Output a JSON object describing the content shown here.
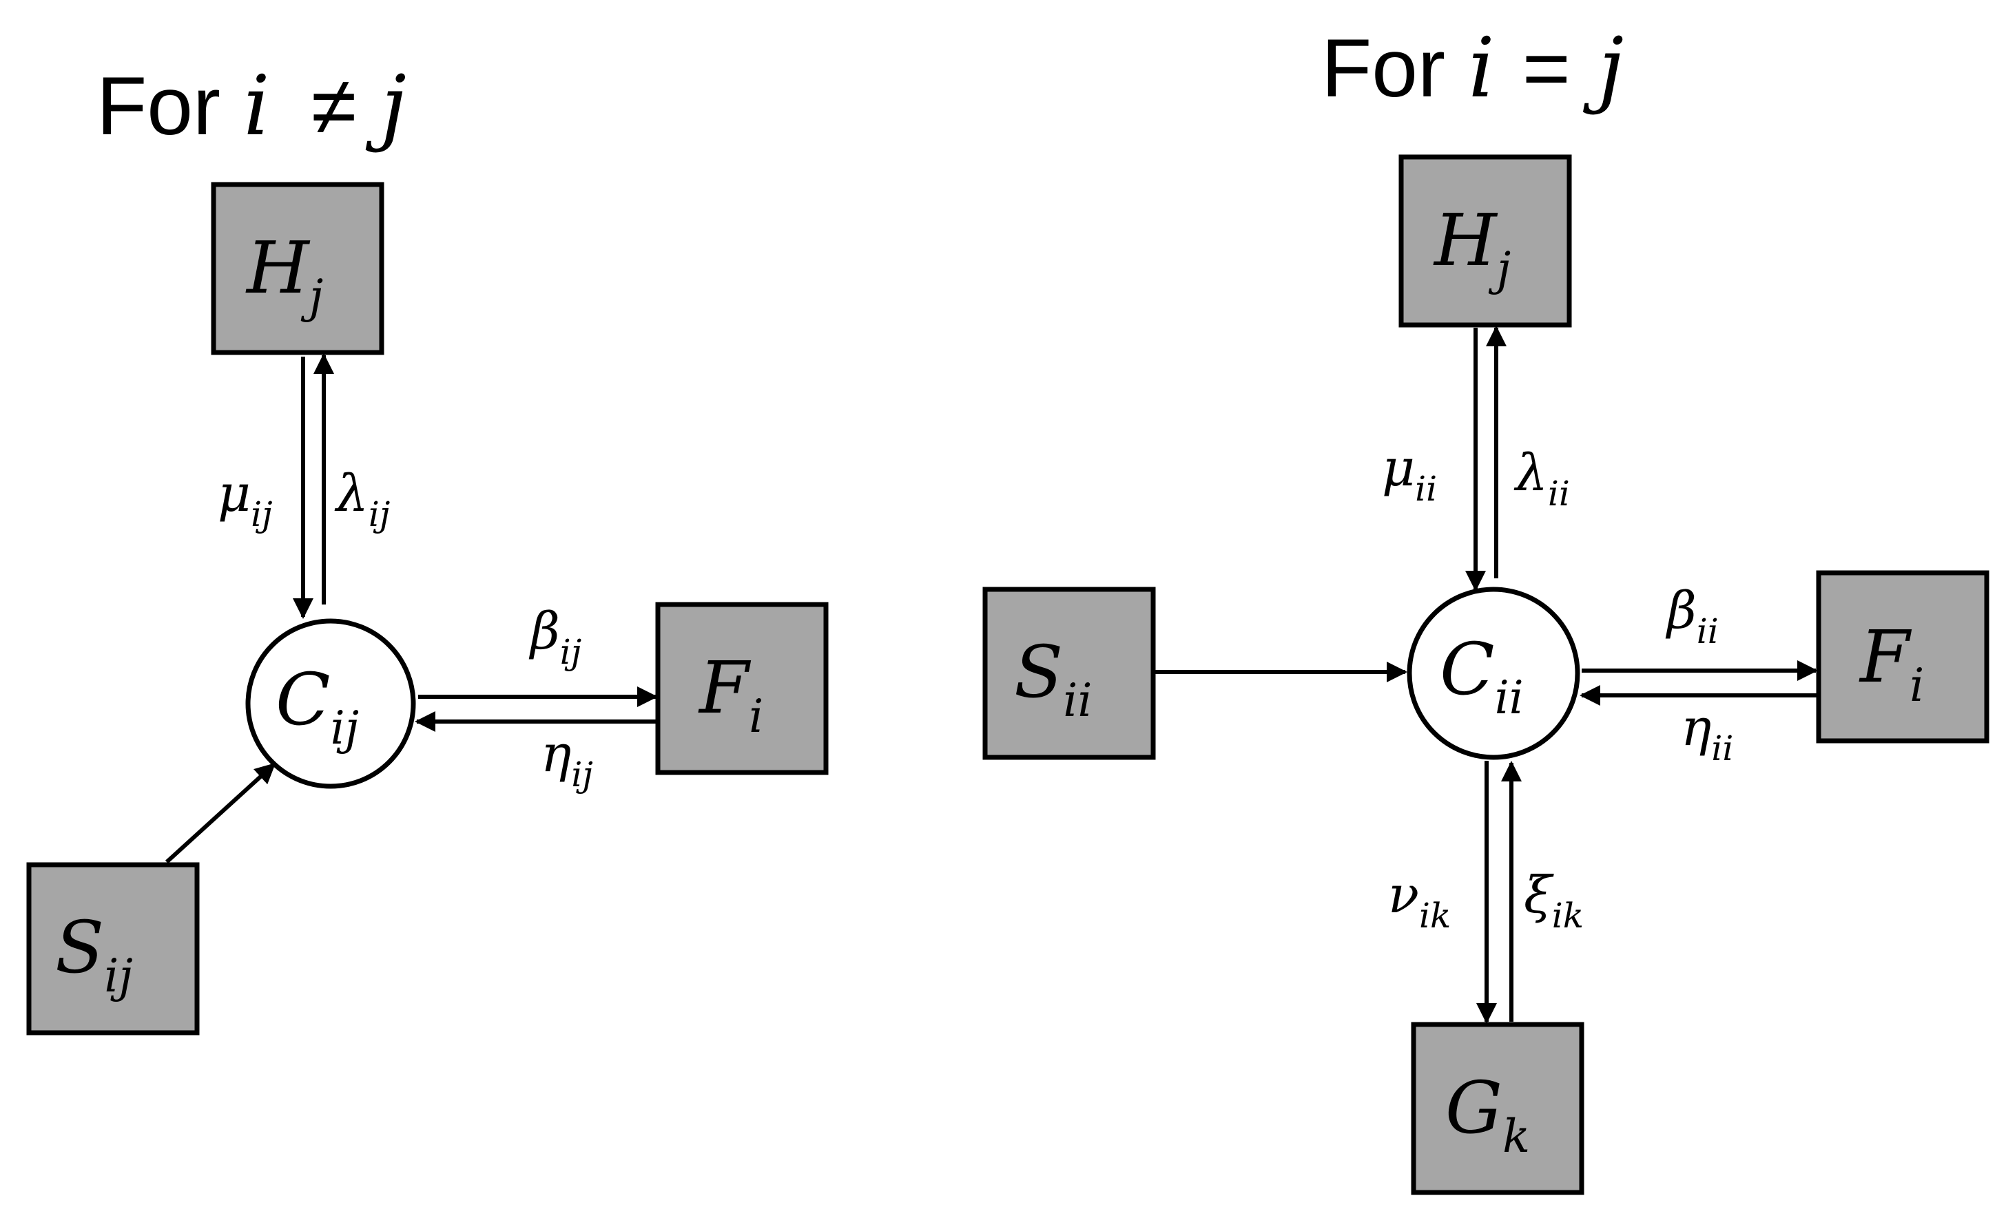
{
  "left_panel": {
    "title": {
      "prefix": "For ",
      "var1": "i",
      "op": "≠",
      "var2": "j"
    },
    "nodes": {
      "H": {
        "main": "H",
        "sub": "j"
      },
      "C": {
        "main": "C",
        "sub": "ij"
      },
      "F": {
        "main": "F",
        "sub": "i"
      },
      "S": {
        "main": "S",
        "sub": "ij"
      }
    },
    "edges": {
      "mu": {
        "main": "μ",
        "sub": "ij"
      },
      "lambda": {
        "main": "λ",
        "sub": "ij"
      },
      "beta": {
        "main": "β",
        "sub": "ij"
      },
      "eta": {
        "main": "η",
        "sub": "ij"
      }
    }
  },
  "right_panel": {
    "title": {
      "prefix": "For ",
      "var1": "i",
      "op": "=",
      "var2": "j"
    },
    "nodes": {
      "H": {
        "main": "H",
        "sub": "j"
      },
      "C": {
        "main": "C",
        "sub": "ii"
      },
      "F": {
        "main": "F",
        "sub": "i"
      },
      "S": {
        "main": "S",
        "sub": "ii"
      },
      "G": {
        "main": "G",
        "sub": "k"
      }
    },
    "edges": {
      "mu": {
        "main": "μ",
        "sub": "ii"
      },
      "lambda": {
        "main": "λ",
        "sub": "ii"
      },
      "beta": {
        "main": "β",
        "sub": "ii"
      },
      "eta": {
        "main": "η",
        "sub": "ii"
      },
      "nu": {
        "main": "ν",
        "sub": "ik"
      },
      "xi": {
        "main": "ξ",
        "sub": "ik"
      }
    }
  }
}
